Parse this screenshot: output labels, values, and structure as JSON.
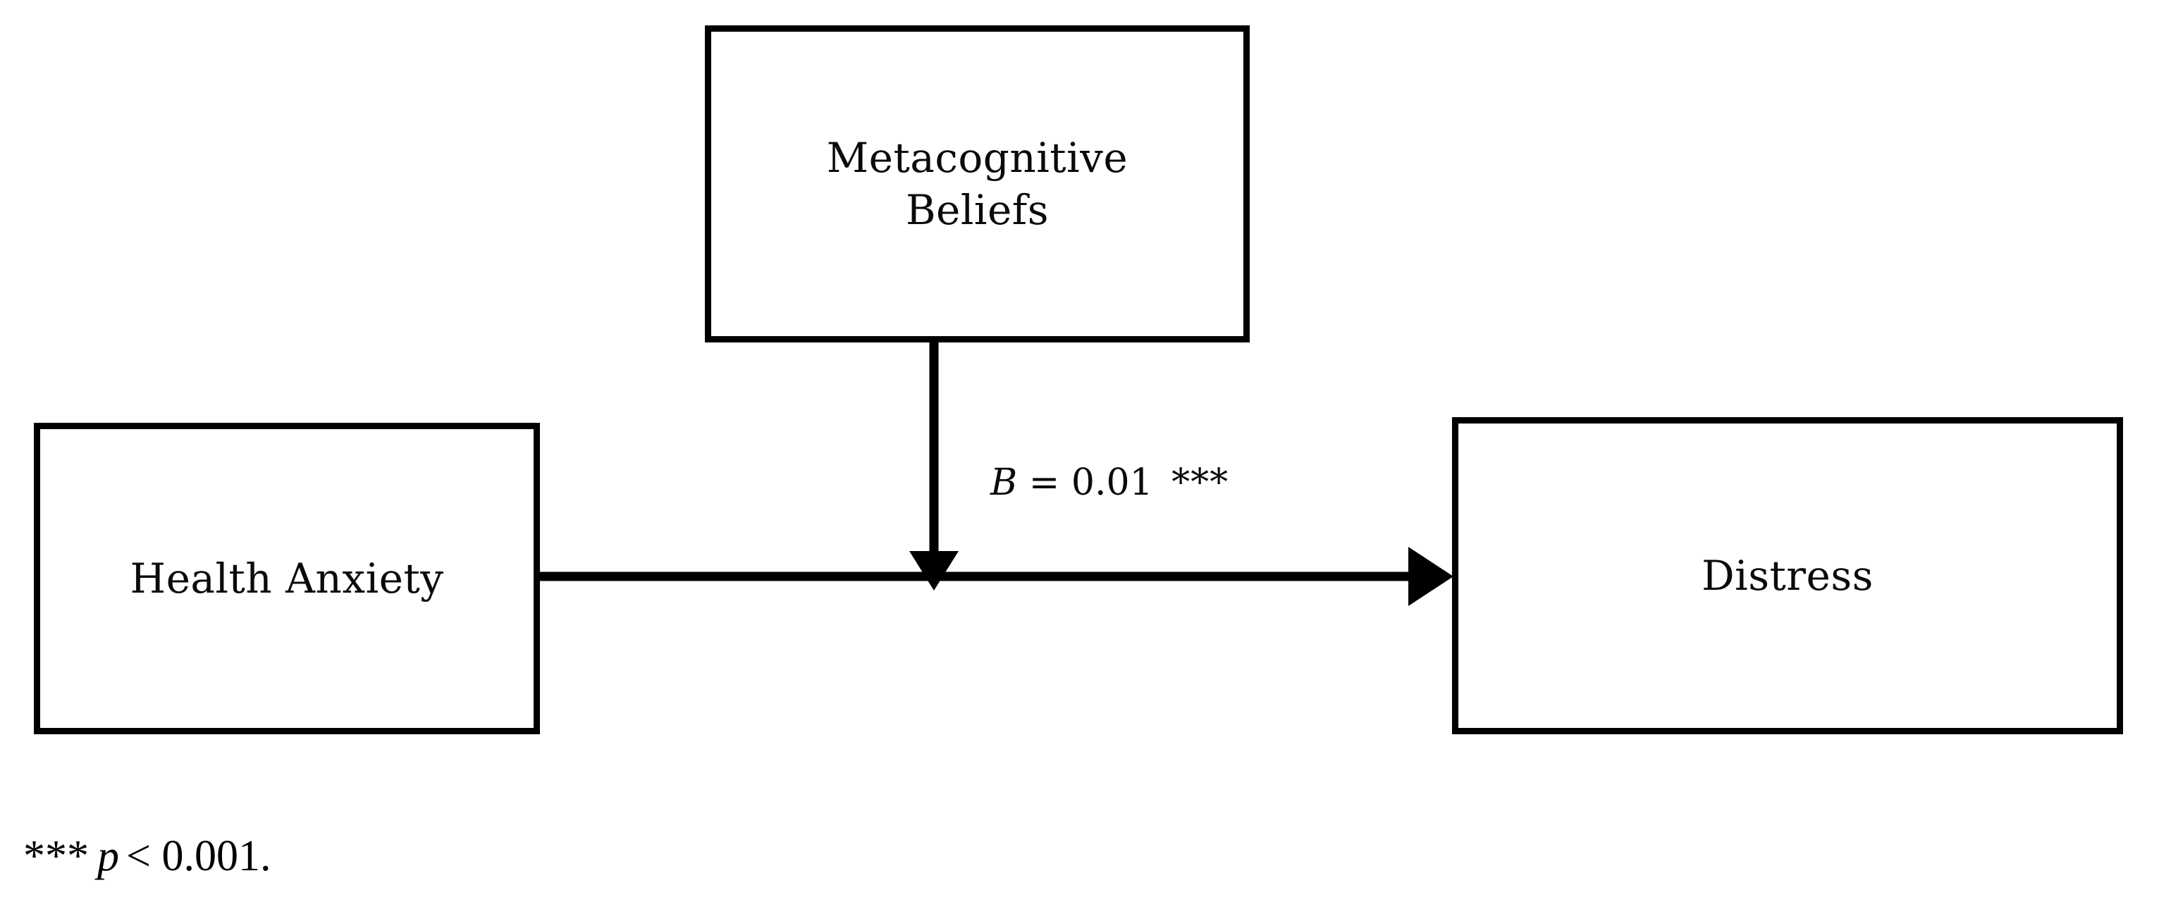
{
  "figure": {
    "type": "moderation-path-diagram",
    "background_color": "#ffffff",
    "line_color": "#000000"
  },
  "nodes": [
    {
      "id": "metacognitive-beliefs",
      "label": "Metacognitive\nBeliefs",
      "role": "moderator"
    },
    {
      "id": "health-anxiety",
      "label": "Health Anxiety",
      "role": "predictor"
    },
    {
      "id": "distress",
      "label": "Distress",
      "role": "outcome"
    }
  ],
  "paths": [
    {
      "id": "moderation-path",
      "from": "metacognitive-beliefs",
      "to": "health-anxiety-to-distress-path",
      "direction": "down",
      "label": {
        "symbol": "B",
        "operator": "=",
        "value": "0.01",
        "stars": "***",
        "full_text": "B = 0.01 ***"
      }
    },
    {
      "id": "direct-path",
      "from": "health-anxiety",
      "to": "distress",
      "direction": "right",
      "label": null
    }
  ],
  "footnote": {
    "stars": "***",
    "statistic": "p",
    "rest": "< 0.001."
  }
}
